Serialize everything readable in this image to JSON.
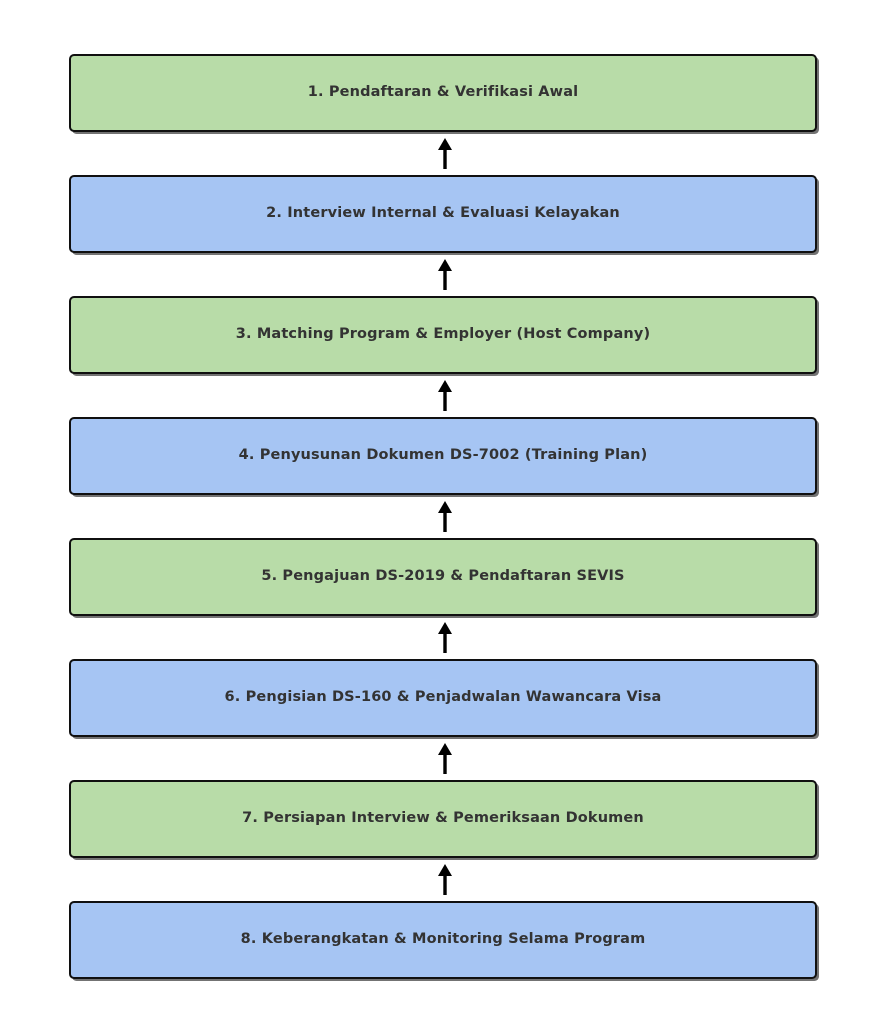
{
  "chart_data": {
    "type": "diagram",
    "subtype": "flowchart-vertical",
    "title": "",
    "orientation": "bottom-to-top",
    "edge_direction": "upward",
    "node_count": 8,
    "connector_count": 7,
    "palette": {
      "green_fill": "#b8dca8",
      "blue_fill": "#a6c5f3",
      "border": "#101010",
      "text": "#333333",
      "background": "#ffffff",
      "arrow": "#000000"
    },
    "nodes": [
      {
        "index": 1,
        "label": "1. Pendaftaran & Verifikasi Awal",
        "fill": "green"
      },
      {
        "index": 2,
        "label": "2. Interview Internal & Evaluasi Kelayakan",
        "fill": "blue"
      },
      {
        "index": 3,
        "label": "3. Matching Program & Employer (Host Company)",
        "fill": "green"
      },
      {
        "index": 4,
        "label": "4. Penyusunan Dokumen DS-7002 (Training Plan)",
        "fill": "blue"
      },
      {
        "index": 5,
        "label": "5. Pengajuan DS-2019 & Pendaftaran SEVIS",
        "fill": "green"
      },
      {
        "index": 6,
        "label": "6. Pengisian DS-160 & Penjadwalan Wawancara Visa",
        "fill": "blue"
      },
      {
        "index": 7,
        "label": "7. Persiapan Interview & Pemeriksaan Dokumen",
        "fill": "green"
      },
      {
        "index": 8,
        "label": "8. Keberangkatan & Monitoring Selama Program",
        "fill": "blue"
      }
    ],
    "edges": [
      {
        "from": 2,
        "to": 1,
        "icon": "arrow-up-icon"
      },
      {
        "from": 3,
        "to": 2,
        "icon": "arrow-up-icon"
      },
      {
        "from": 4,
        "to": 3,
        "icon": "arrow-up-icon"
      },
      {
        "from": 5,
        "to": 4,
        "icon": "arrow-up-icon"
      },
      {
        "from": 6,
        "to": 5,
        "icon": "arrow-up-icon"
      },
      {
        "from": 7,
        "to": 6,
        "icon": "arrow-up-icon"
      },
      {
        "from": 8,
        "to": 7,
        "icon": "arrow-up-icon"
      }
    ]
  }
}
